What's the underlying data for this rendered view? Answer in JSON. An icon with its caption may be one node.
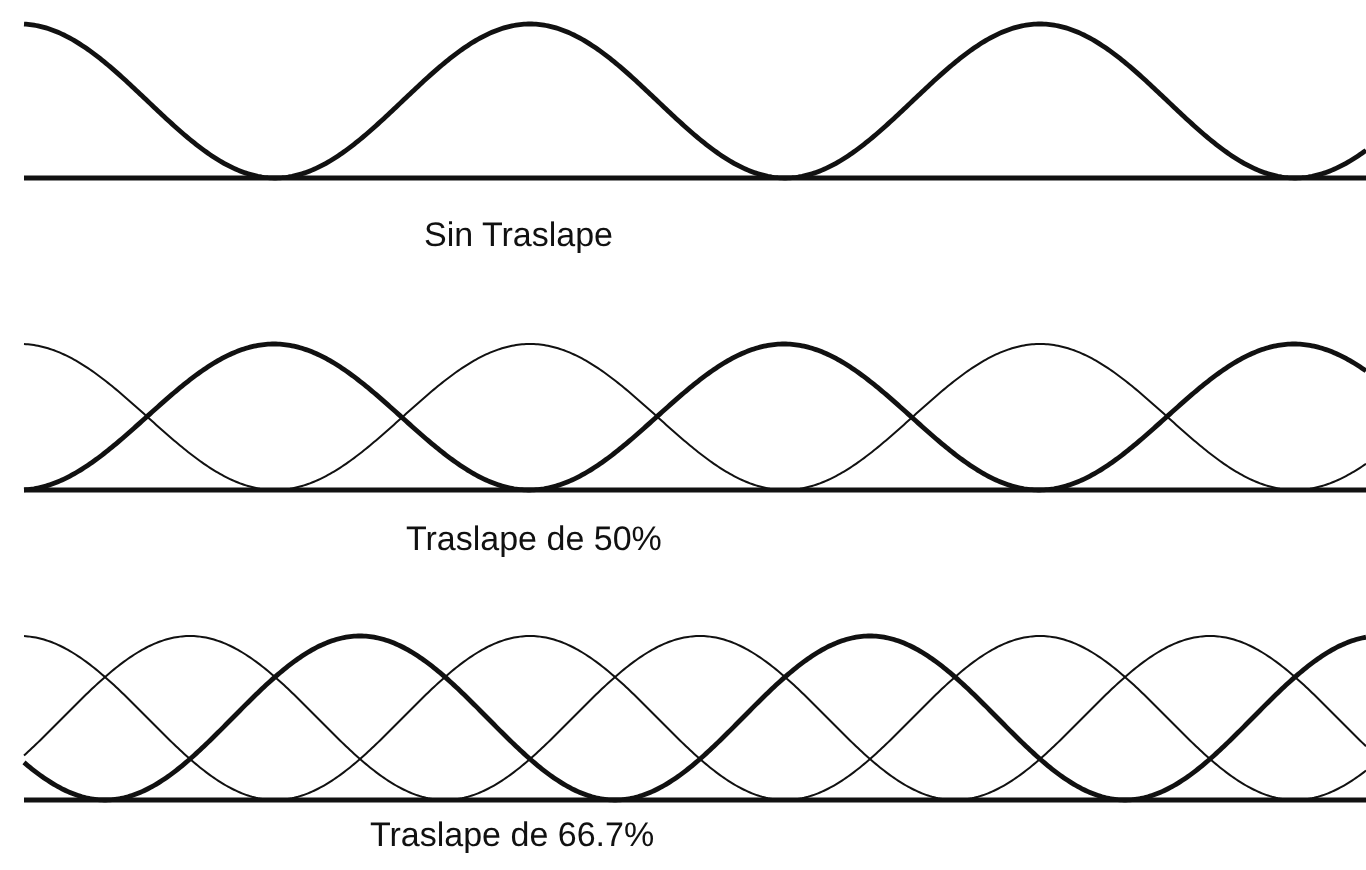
{
  "diagram": {
    "labels": [
      "Sin Traslape",
      "Traslape de 50%",
      "Traslape de 66.7%"
    ]
  }
}
